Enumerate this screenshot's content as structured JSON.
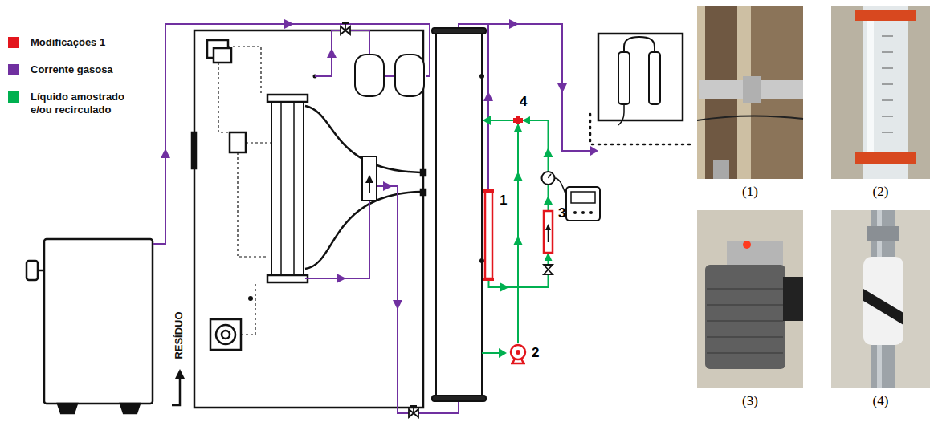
{
  "diagram": {
    "nodes": [
      {
        "text": [
          "1"
        ]
      },
      {
        "text": [
          "2"
        ]
      },
      {
        "text": [
          "3"
        ]
      },
      {
        "text": [
          "4"
        ]
      },
      {
        "text": [
          "(1)"
        ]
      },
      {
        "text": [
          "(2)"
        ]
      },
      {
        "text": [
          "(3)"
        ]
      },
      {
        "text": [
          "(4)"
        ]
      }
    ],
    "edges": [
      {
        "from": 1,
        "to": 3,
        "arrow": "to"
      },
      {
        "from": 2,
        "to": 3,
        "arrow": "to"
      },
      {
        "from": 0,
        "to": 2,
        "arrow": "to"
      }
    ],
    "labels": [
      "RESÍDUO"
    ],
    "legend": [
      {
        "text": "Modificações 1",
        "color": "#e3161d"
      },
      {
        "text": "Corrente gasosa",
        "color": "#7030a0"
      },
      {
        "text": "Líquido amostrado e/ou recirculado",
        "color": "#00b050"
      }
    ]
  }
}
